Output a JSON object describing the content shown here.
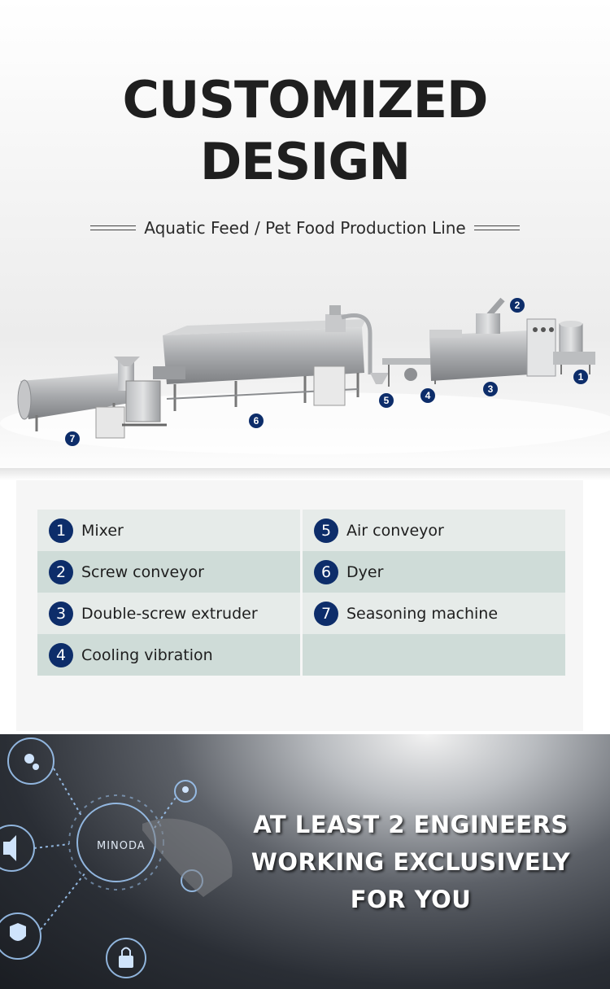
{
  "hero": {
    "title_line1": "CUSTOMIZED",
    "title_line2": "DESIGN",
    "subtitle": "Aquatic Feed / Pet Food Production Line",
    "markers": [
      "1",
      "2",
      "3",
      "4",
      "5",
      "6",
      "7"
    ]
  },
  "components": [
    {
      "num": "1",
      "label": "Mixer"
    },
    {
      "num": "5",
      "label": "Air conveyor"
    },
    {
      "num": "2",
      "label": "Screw conveyor"
    },
    {
      "num": "6",
      "label": "Dyer"
    },
    {
      "num": "3",
      "label": "Double-screw extruder"
    },
    {
      "num": "7",
      "label": "Seasoning machine"
    },
    {
      "num": "4",
      "label": "Cooling vibration"
    },
    {
      "num": "",
      "label": ""
    }
  ],
  "banner": {
    "line1": "AT LEAST 2 ENGINEERS",
    "line2": "WORKING EXCLUSIVELY",
    "line3": "FOR YOU",
    "circle_label": "MINODA"
  },
  "colors": {
    "marker": "#0d2d6a",
    "row_light": "#e6ebe9",
    "row_dark": "#cfdcd8"
  }
}
